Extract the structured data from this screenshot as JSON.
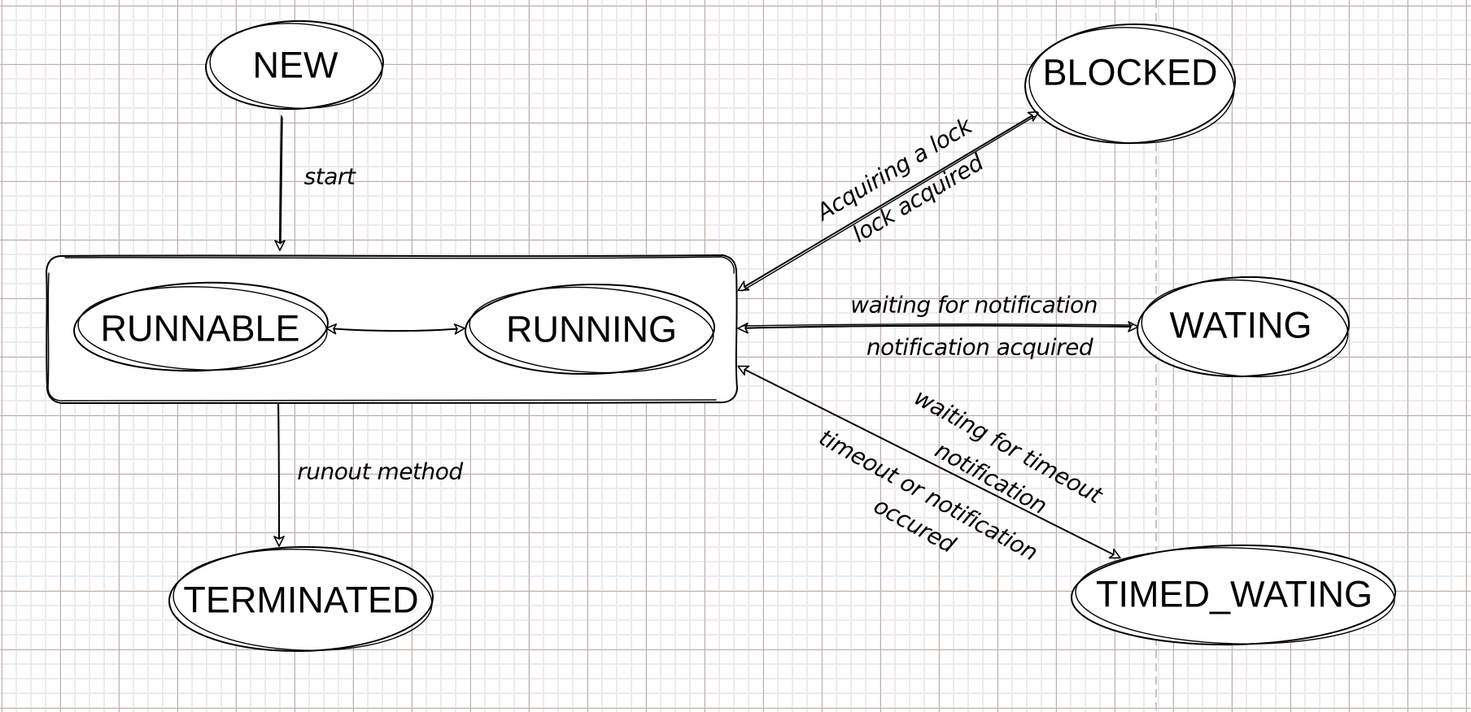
{
  "diagram": {
    "title": "Java thread states",
    "colors": {
      "stroke": "#000000",
      "running_label": "#FADB7B",
      "grid_major": "#BFAFAB",
      "grid_minor": "#EFEAEA"
    },
    "container": {
      "name": "active-states-group"
    },
    "nodes": {
      "new": {
        "label": "NEW"
      },
      "runnable": {
        "label": "RUNNABLE"
      },
      "running": {
        "label": "RUNNING"
      },
      "terminated": {
        "label": "TERMINATED"
      },
      "blocked": {
        "label": "BLOCKED"
      },
      "waiting": {
        "label": "WATING"
      },
      "timed_waiting": {
        "label": "TIMED_WATING"
      }
    },
    "edges": {
      "start": {
        "from": "NEW",
        "to": "RUNNABLE/RUNNING group",
        "label": "start"
      },
      "runout": {
        "from": "RUNNABLE/RUNNING group",
        "to": "TERMINATED",
        "label": "runout method"
      },
      "runnable_running": {
        "from": "RUNNABLE",
        "to": "RUNNING",
        "bidirectional": true
      },
      "blocked": {
        "from": "RUNNABLE/RUNNING group",
        "to": "BLOCKED",
        "bidirectional": true,
        "label_forward": "Acquiring a lock",
        "label_back": "lock acquired"
      },
      "waiting": {
        "from": "RUNNABLE/RUNNING group",
        "to": "WATING",
        "bidirectional": true,
        "label_forward": "waiting for notification",
        "label_back": "notification acquired"
      },
      "timed_waiting": {
        "from": "RUNNABLE/RUNNING group",
        "to": "TIMED_WATING",
        "bidirectional": true,
        "label_forward_line1": "waiting for timeout",
        "label_forward_line2": "notification",
        "label_back_line1": "timeout or notification",
        "label_back_line2": "occured"
      }
    }
  }
}
